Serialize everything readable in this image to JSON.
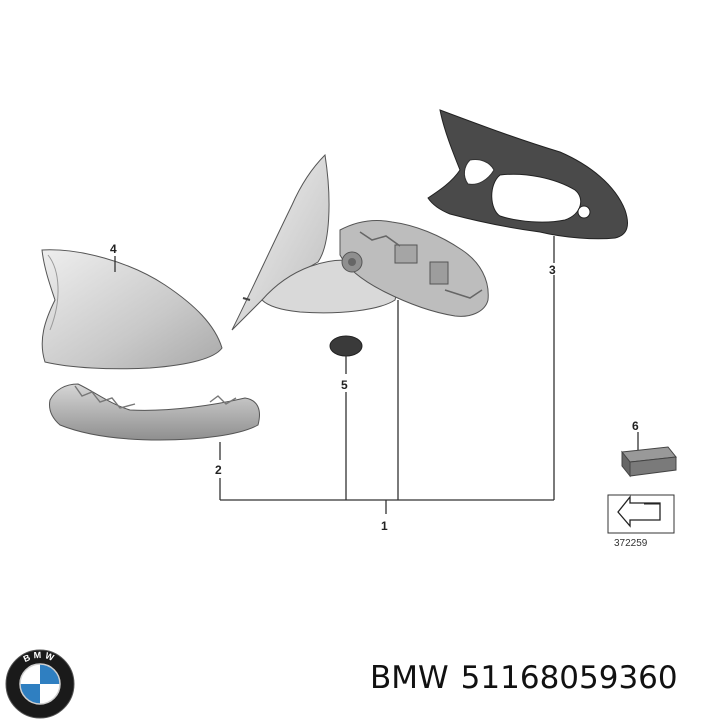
{
  "callouts": {
    "c1": "1",
    "c2": "2",
    "c3": "3",
    "c4": "4",
    "c5": "5",
    "c6": "6"
  },
  "reference_number": "372259",
  "brand": "BMW",
  "part_number": "51168059360",
  "logo": {
    "text": "BMW",
    "colors": {
      "ring": "#1a1a1a",
      "blue": "#2f7fc1",
      "white": "#ffffff"
    }
  },
  "icons": {
    "cover": "mirror-cover-icon",
    "trim": "mirror-trim-icon",
    "mirror": "mirror-assembly-icon",
    "frame": "mirror-frame-icon",
    "cap": "cap-icon",
    "pad": "adhesive-pad-icon",
    "arrow": "arrow-label-icon"
  }
}
